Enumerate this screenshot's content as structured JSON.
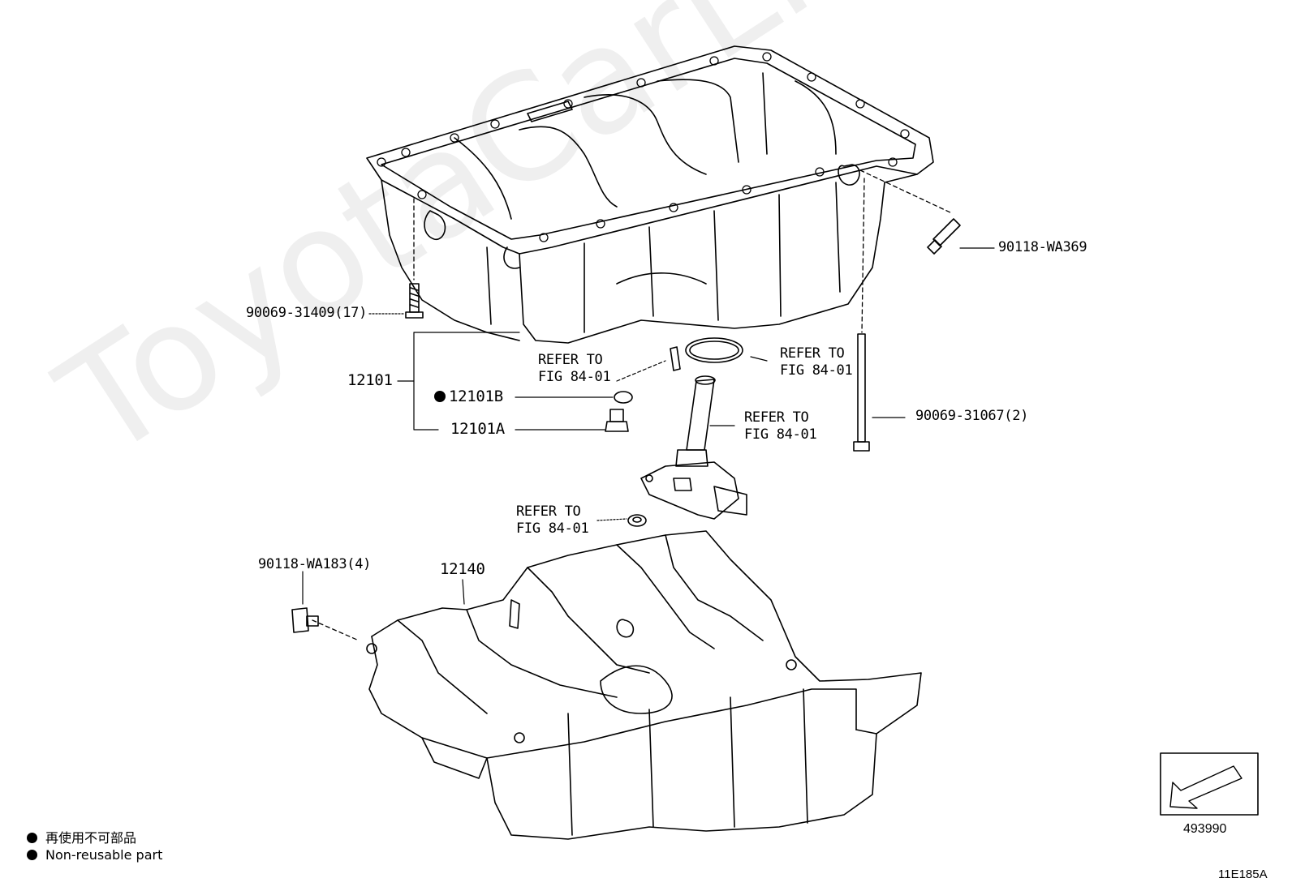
{
  "watermark": "ToyotaCarLine.ru",
  "parts": {
    "pan_main": "12101",
    "drain_gasket": "12101B",
    "drain_plug": "12101A",
    "bolt_17": "90069-31409(17)",
    "bolt_2": "90069-31067(2)",
    "bolt_wa369": "90118-WA369",
    "bolt_wa183": "90118-WA183(4)",
    "pan_lower": "12140"
  },
  "refer": {
    "line1": "REFER TO",
    "line2": "FIG 84-01"
  },
  "legend": {
    "jp": "再使用不可部品",
    "en": "Non-reusable part"
  },
  "view_box_code": "493990",
  "figure_code": "11E185A"
}
